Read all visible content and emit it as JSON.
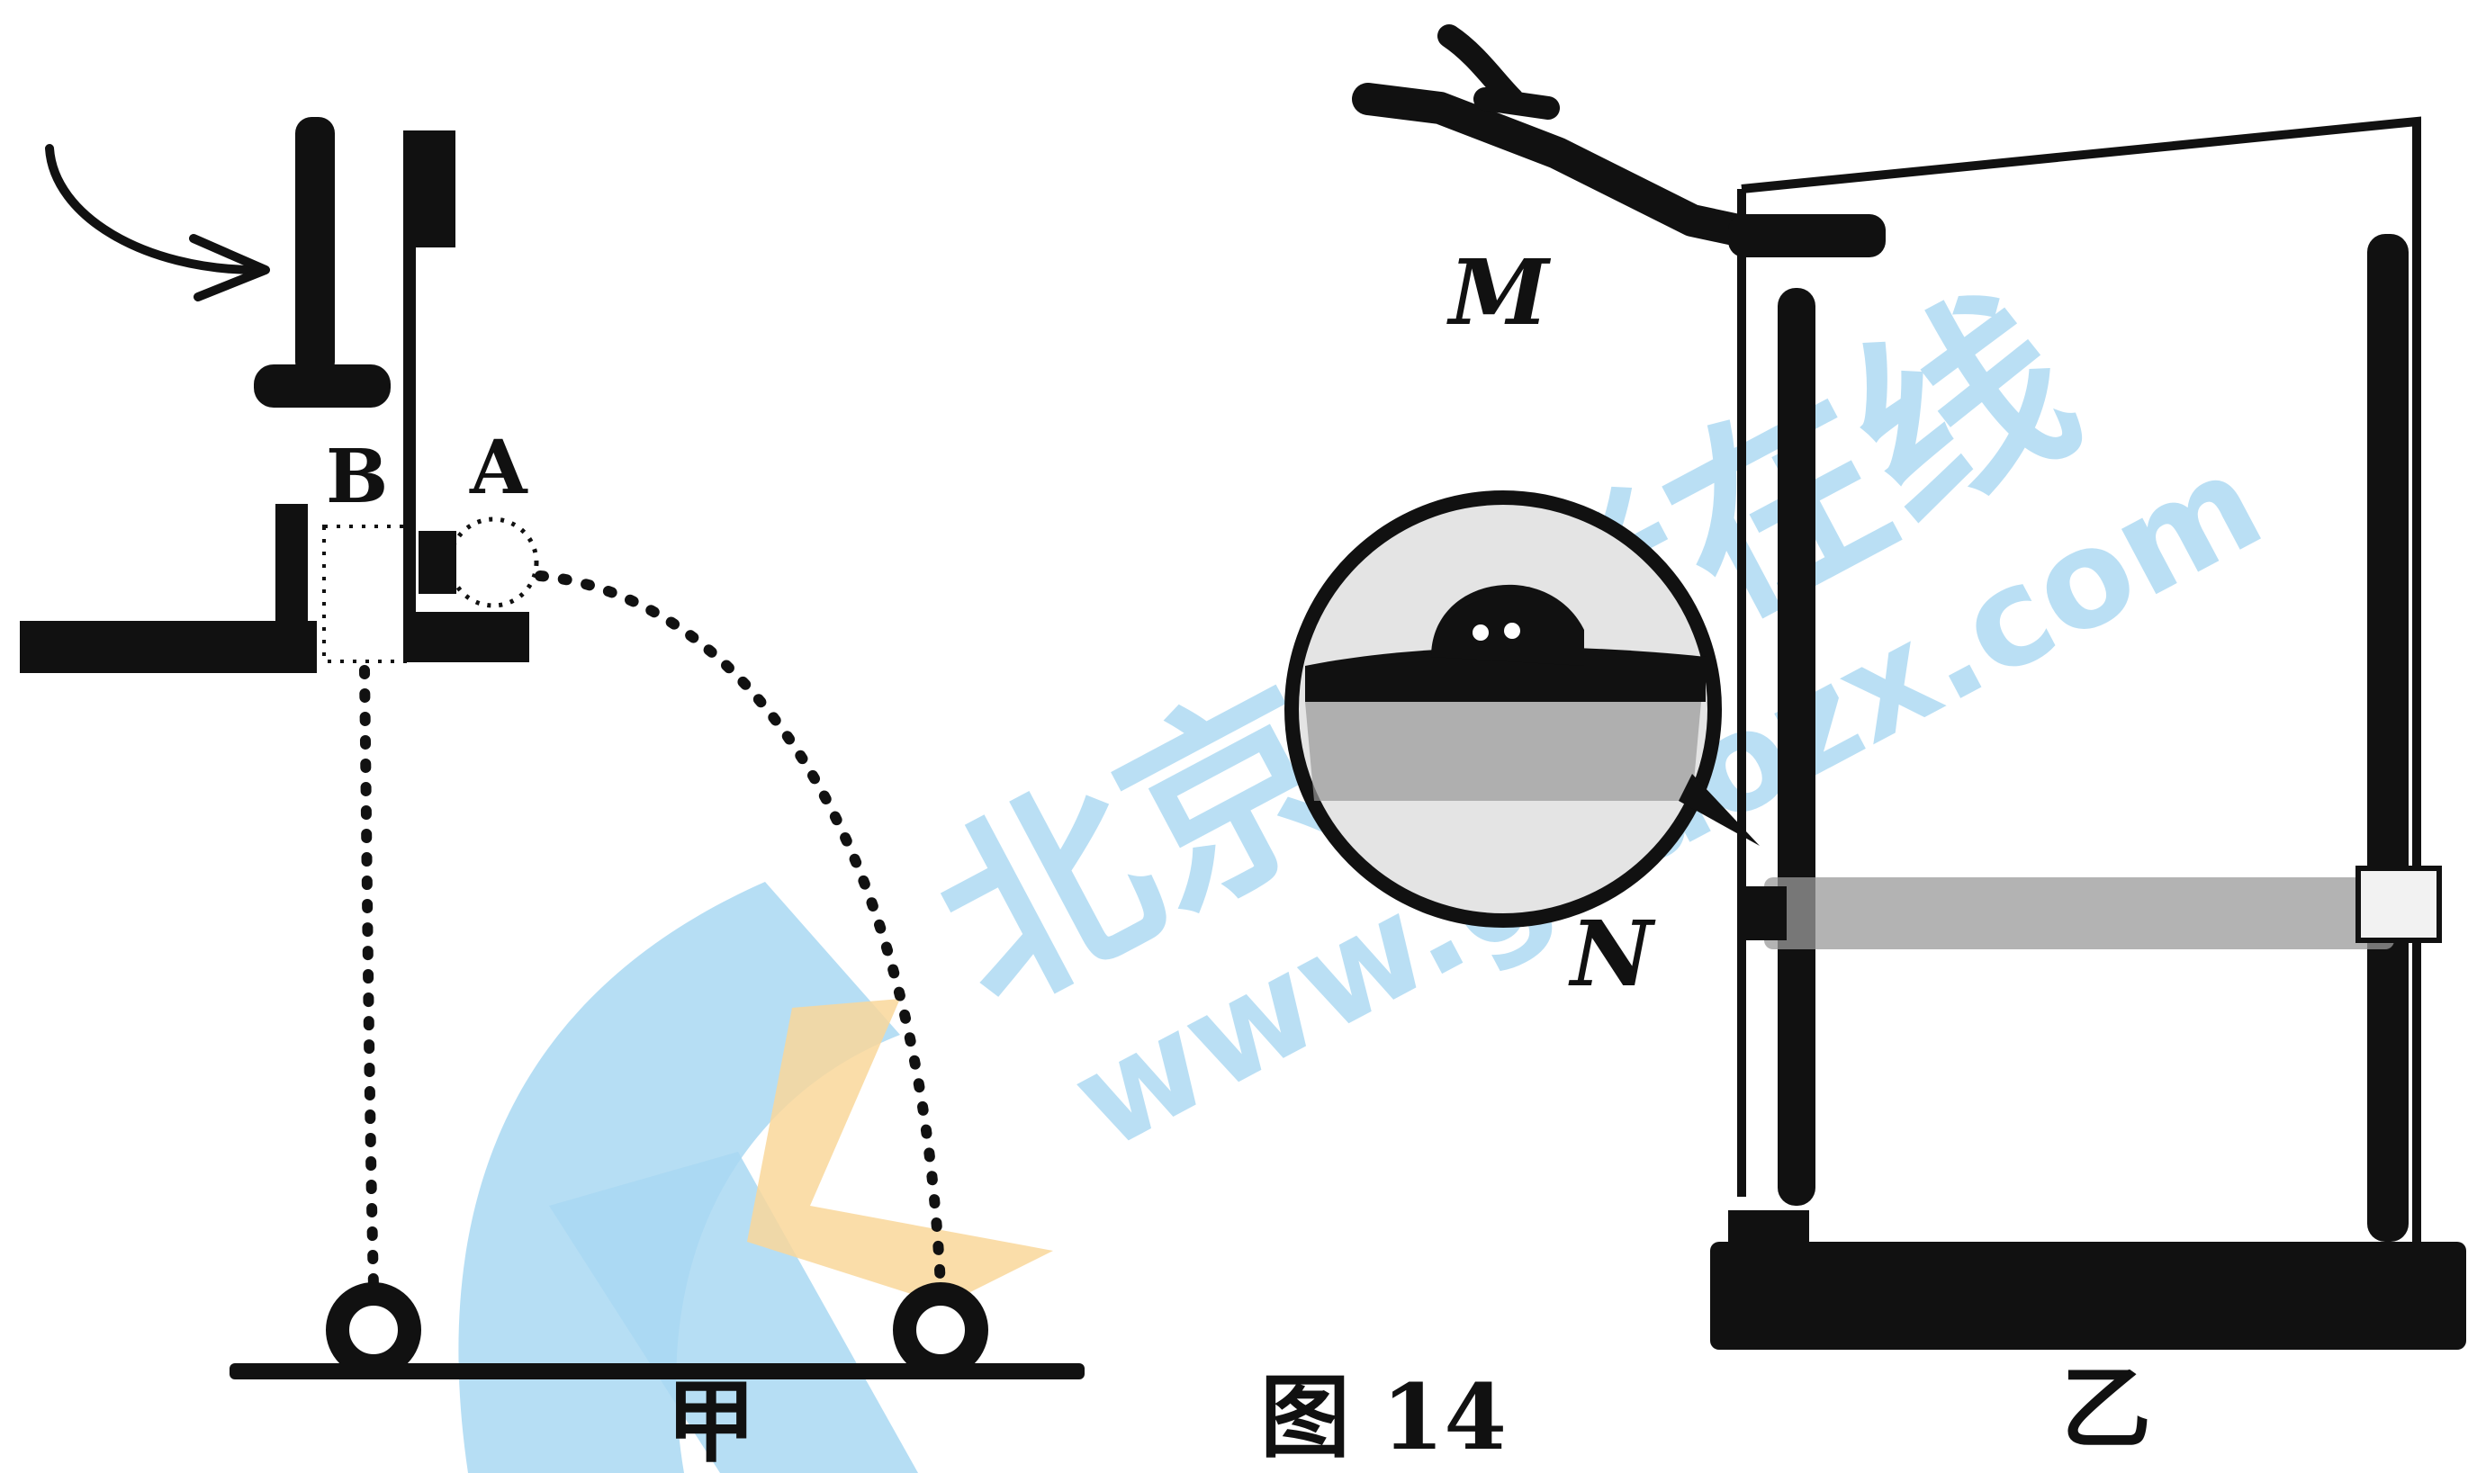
{
  "figure": {
    "caption": "图 14"
  },
  "panel_jia": {
    "caption": "甲",
    "label_a": "A",
    "label_b": "B"
  },
  "panel_yi": {
    "caption": "乙",
    "label_m": "M",
    "label_n": "N"
  },
  "watermark": {
    "brand": "北京高考在线",
    "url": "www.gkaozx.com",
    "color_blue": "#a9d8f2",
    "color_orange": "#f9d79a"
  },
  "colors": {
    "ink": "#111111"
  }
}
